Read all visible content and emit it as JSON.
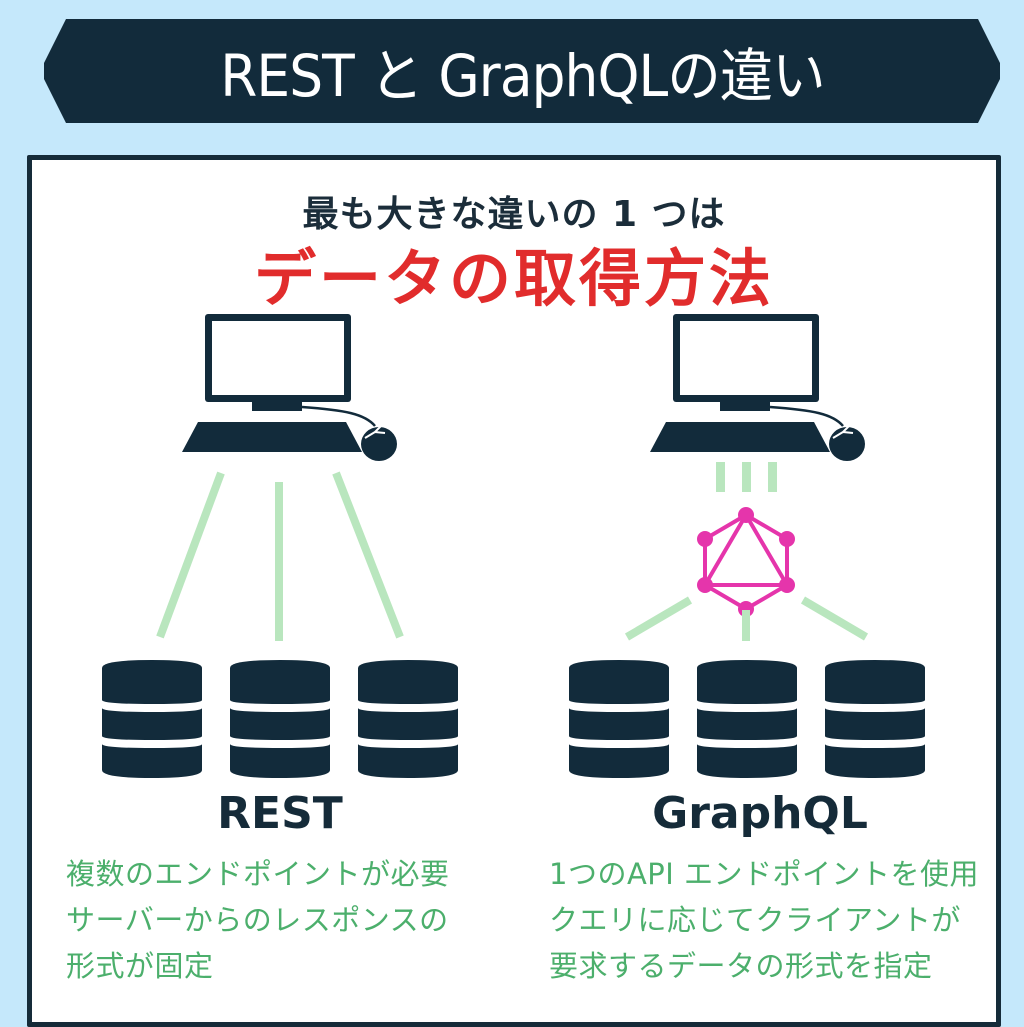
{
  "header": {
    "title": "REST と GraphQLの違い"
  },
  "intro": {
    "subtitle": "最も大きな違いの 1 つは",
    "headline": "データの取得方法"
  },
  "colors": {
    "background": "#c5e8fb",
    "navy": "#122b3b",
    "headline_red": "#e12c2c",
    "connector_green": "#b9e6be",
    "text_green": "#4caf6c",
    "graphql_pink": "#e535ab"
  },
  "rest": {
    "label": "REST",
    "icons": [
      "computer-icon",
      "database-icon",
      "database-icon",
      "database-icon"
    ],
    "description": [
      "複数のエンドポイントが必要",
      "サーバーからのレスポンスの",
      "形式が固定"
    ]
  },
  "graphql": {
    "label": "GraphQL",
    "icons": [
      "computer-icon",
      "graphql-logo-icon",
      "database-icon",
      "database-icon",
      "database-icon"
    ],
    "description": [
      "1つのAPI エンドポイントを使用",
      "クエリに応じてクライアントが",
      "要求するデータの形式を指定"
    ]
  }
}
